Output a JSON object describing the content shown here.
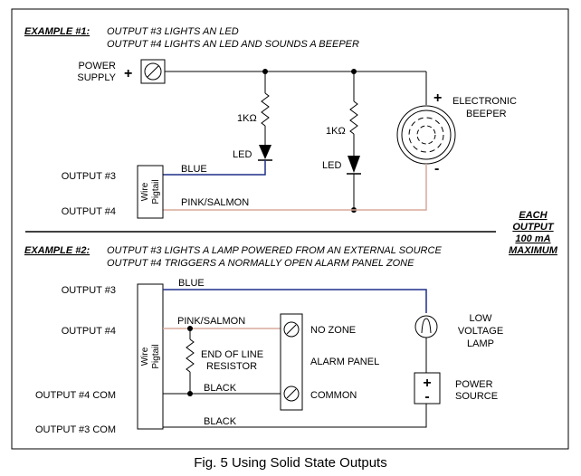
{
  "example1": {
    "heading": "EXAMPLE #1:",
    "desc_line1": "OUTPUT #3 LIGHTS AN LED",
    "desc_line2": "OUTPUT #4 LIGHTS AN LED AND SOUNDS A BEEPER",
    "power_supply_line1": "POWER",
    "power_supply_line2": "SUPPLY",
    "plus_sign": "+",
    "resistor1_label": "1KΩ",
    "resistor2_label": "1KΩ",
    "led1_label": "LED",
    "led2_label": "LED",
    "beeper_line1": "ELECTRONIC",
    "beeper_line2": "BEEPER",
    "beeper_plus": "+",
    "beeper_minus": "-",
    "output3_label": "OUTPUT #3",
    "output4_label": "OUTPUT #4",
    "blue_wire_label": "BLUE",
    "pink_wire_label": "PINK/SALMON",
    "pigtail_line1": "Wire",
    "pigtail_line2": "Pigtail"
  },
  "rating": {
    "line1": "EACH",
    "line2": "OUTPUT",
    "line3": "100 mA",
    "line4": "MAXIMUM"
  },
  "example2": {
    "heading": "EXAMPLE #2:",
    "desc_line1": "OUTPUT #3 LIGHTS A LAMP POWERED FROM AN EXTERNAL SOURCE",
    "desc_line2": "OUTPUT #4 TRIGGERS A NORMALLY OPEN ALARM PANEL ZONE",
    "output3_label": "OUTPUT #3",
    "output4_label": "OUTPUT #4",
    "output4_com_label": "OUTPUT #4 COM",
    "output3_com_label": "OUTPUT #3 COM",
    "blue_wire_label": "BLUE",
    "pink_wire_label": "PINK/SALMON",
    "black_wire1_label": "BLACK",
    "black_wire2_label": "BLACK",
    "eol_line1": "END OF LINE",
    "eol_line2": "RESISTOR",
    "no_zone_label": "NO ZONE",
    "alarm_panel_label": "ALARM PANEL",
    "common_label": "COMMON",
    "lamp_line1": "LOW",
    "lamp_line2": "VOLTAGE",
    "lamp_line3": "LAMP",
    "source_line1": "POWER",
    "source_line2": "SOURCE",
    "source_plus": "+",
    "source_minus": "-",
    "pigtail_line1": "Wire",
    "pigtail_line2": "Pigtail"
  },
  "caption": "Fig. 5  Using Solid State Outputs",
  "colors": {
    "blue_wire": "#1f2f8a",
    "pink_wire": "#d9a89a",
    "black_wire": "#000000",
    "frame": "#000000"
  }
}
